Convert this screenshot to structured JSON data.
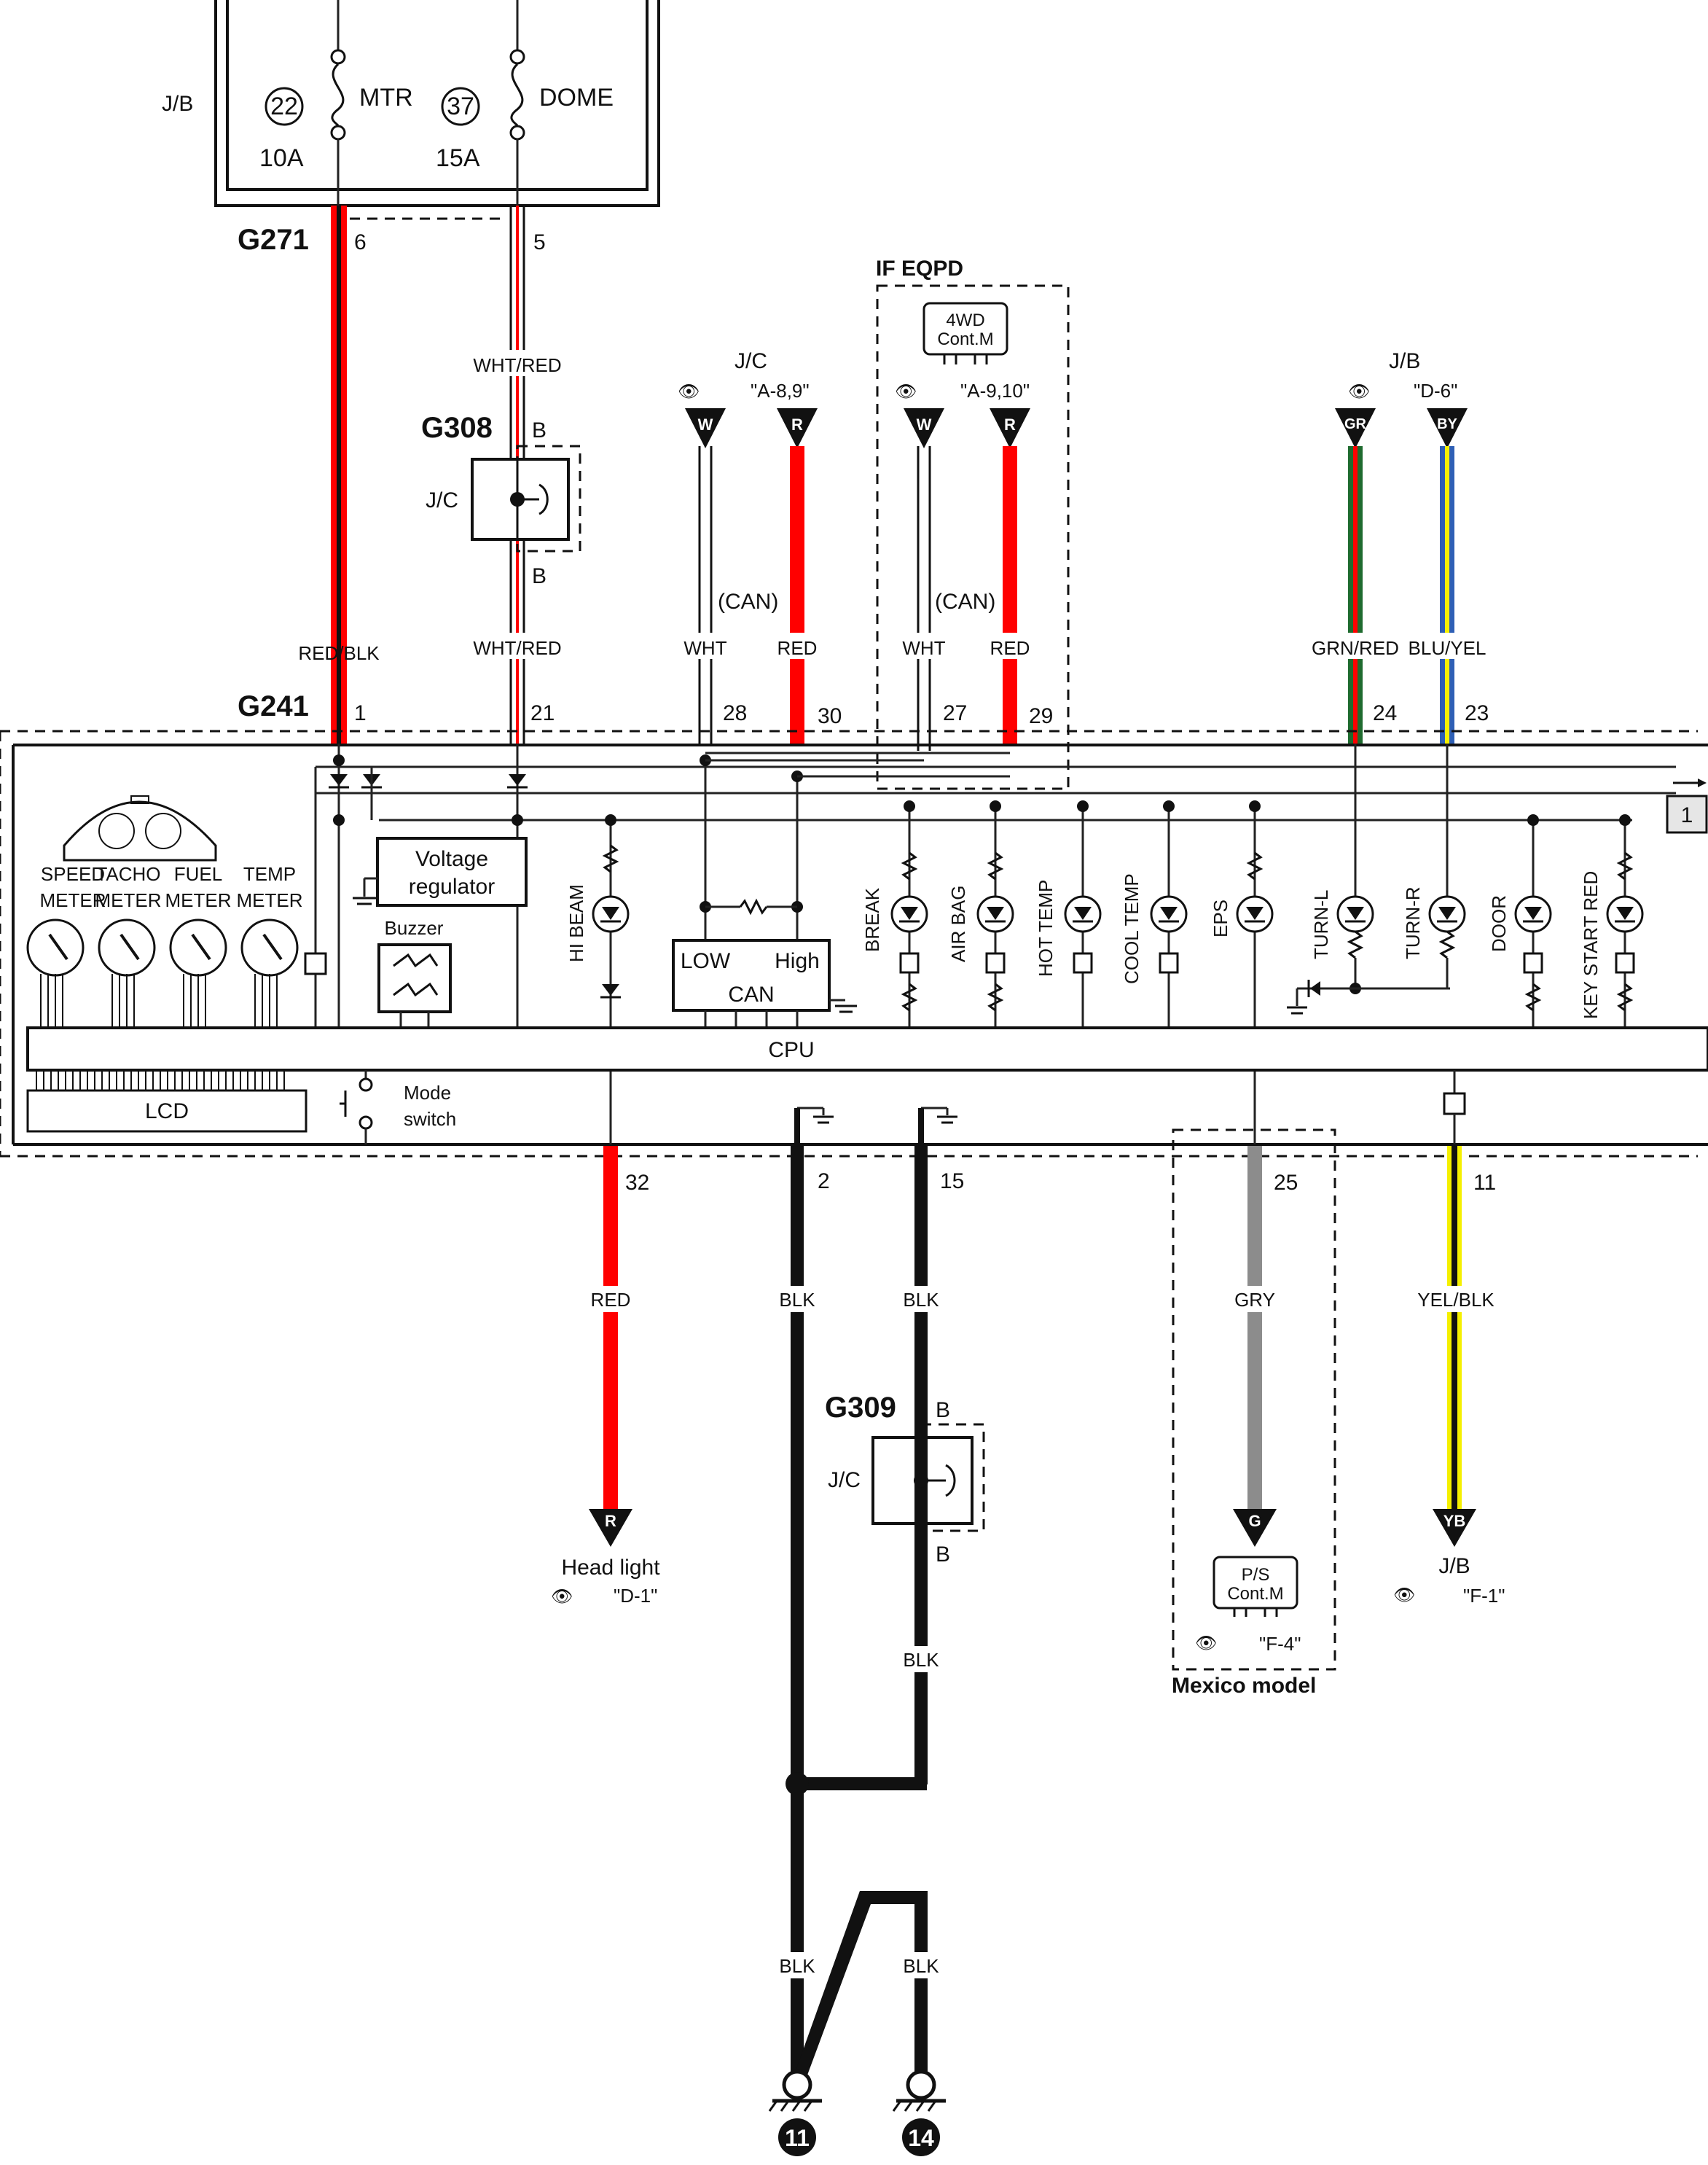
{
  "junction_block": {
    "label": "J/B",
    "fuses": [
      {
        "number": "22",
        "name": "MTR",
        "rating": "10A"
      },
      {
        "number": "37",
        "name": "DOME",
        "rating": "15A"
      }
    ]
  },
  "connectors": {
    "g271": "G271",
    "g308": "G308",
    "g241": "G241",
    "g309": "G309",
    "jc": "J/C",
    "jb": "J/B",
    "b": "B"
  },
  "pins": {
    "g271_6": "6",
    "g271_5": "5",
    "g241_1": "1",
    "g241_21": "21",
    "g241_28": "28",
    "g241_30": "30",
    "g241_27": "27",
    "g241_29": "29",
    "g241_24": "24",
    "g241_23": "23",
    "g241_32": "32",
    "g241_2": "2",
    "g241_15": "15",
    "g241_25": "25",
    "g241_11": "11"
  },
  "wire_labels": {
    "red_blk": "RED/BLK",
    "wht_red": "WHT/RED",
    "wht": "WHT",
    "red": "RED",
    "grn_red": "GRN/RED",
    "blu_yel": "BLU/YEL",
    "blk": "BLK",
    "gry": "GRY",
    "yel_blk": "YEL/BLK",
    "can": "(CAN)"
  },
  "references": {
    "jc_a89": "\"A-8,9\"",
    "a910": "\"A-9,10\"",
    "d6": "\"D-6\"",
    "d1": "\"D-1\"",
    "f4": "\"F-4\"",
    "f1": "\"F-1\""
  },
  "arrow_codes": {
    "w": "W",
    "r": "R",
    "gr": "GR",
    "by": "BY",
    "g": "G",
    "yb": "YB"
  },
  "options": {
    "if_eqpd": "IF EQPD",
    "mexico": "Mexico model"
  },
  "modules": {
    "fourwd_1": "4WD",
    "fourwd_2": "Cont.M",
    "ps_1": "P/S",
    "ps_2": "Cont.M"
  },
  "meter": {
    "gauges": [
      {
        "line1": "SPEED",
        "line2": "METER"
      },
      {
        "line1": "TACHO",
        "line2": "METER"
      },
      {
        "line1": "FUEL",
        "line2": "METER"
      },
      {
        "line1": "TEMP",
        "line2": "METER"
      }
    ],
    "voltage_regulator_1": "Voltage",
    "voltage_regulator_2": "regulator",
    "buzzer": "Buzzer",
    "can_low": "LOW",
    "can_high": "High",
    "can": "CAN",
    "cpu": "CPU",
    "lcd": "LCD",
    "mode_switch_1": "Mode",
    "mode_switch_2": "switch",
    "page_ref": "1",
    "indicators": [
      "HI BEAM",
      "BREAK",
      "AIR BAG",
      "HOT TEMP",
      "COOL TEMP",
      "EPS",
      "TURN-L",
      "TURN-R",
      "DOOR",
      "KEY START RED"
    ]
  },
  "destinations": {
    "head_light": "Head light"
  },
  "grounds": [
    "11",
    "14"
  ],
  "colors": {
    "red": "#ff0000",
    "black": "#111111",
    "white_red": "#ffffff",
    "green": "#1f6b2f",
    "blue": "#2e5fb5",
    "yellow": "#f5f000",
    "gray": "#8c8c8c"
  }
}
